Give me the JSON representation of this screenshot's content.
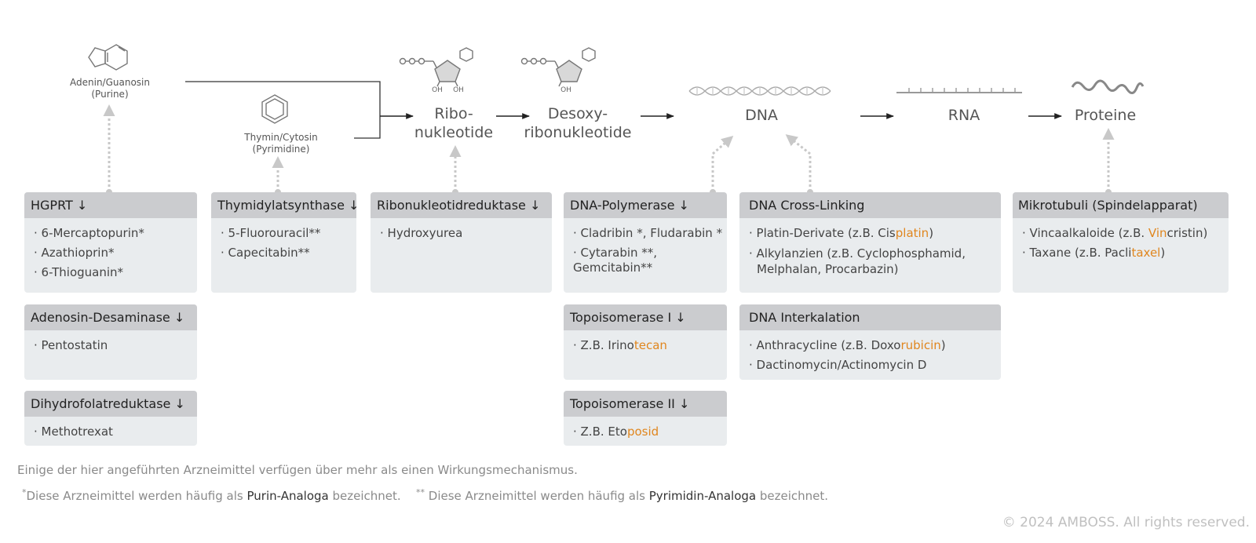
{
  "pathway": {
    "purine": {
      "name": "Adenin/Guanosin",
      "sub": "(Purine)"
    },
    "pyrimidine": {
      "name": "Thymin/Cytosin",
      "sub": "(Pyrimidine)"
    },
    "ribo": {
      "line1": "Ribo-",
      "line2": "nukleotide",
      "oh1": "OH",
      "oh2": "OH"
    },
    "desoxy": {
      "line1": "Desoxy-",
      "line2": "ribonukleotide",
      "oh": "OH"
    },
    "dna": "DNA",
    "rna": "RNA",
    "proteine": "Proteine"
  },
  "boxes": {
    "hgprt": {
      "title": "HGPRT ↓",
      "items": [
        "· 6-Mercaptopurin*",
        "· Azathioprin*",
        "· 6-Thioguanin*"
      ]
    },
    "ada": {
      "title": "Adenosin-Desaminase ↓",
      "items": [
        "·  Pentostatin"
      ]
    },
    "dhfr": {
      "title": "Dihydrofolatreduktase ↓",
      "items": [
        "· Methotrexat"
      ]
    },
    "ts": {
      "title": "Thymidylatsynthase ↓",
      "items": [
        "· 5-Fluorouracil**",
        "· Capecitabin**"
      ]
    },
    "rnr": {
      "title": "Ribonukleotidreduktase ↓",
      "items": [
        "·  Hydroxyurea"
      ]
    },
    "dnapol": {
      "title": "DNA-Polymerase ↓",
      "items": [
        "· Cladribin *, Fludarabin *",
        "· Cytarabin **, Gemcitabin**"
      ]
    },
    "topo1": {
      "title": "Topoisomerase I ↓",
      "item_pre": "· Z.B. Irino",
      "item_hl": "tecan"
    },
    "topo2": {
      "title": "Topoisomerase II ↓",
      "item_pre": "· Z.B. Eto",
      "item_hl": "posid"
    },
    "crosslink": {
      "title": "DNA Cross-Linking",
      "item1_pre": "· Platin-Derivate (z.B. Cis",
      "item1_hl": "platin",
      "item1_post": ")",
      "item2_line1": "· Alkylanzien (z.B. Cyclophosphamid,",
      "item2_line2": "Melphalan, Procarbazin)"
    },
    "interkalation": {
      "title": "DNA Interkalation",
      "item1_pre": "· Anthracycline (z.B. Doxo",
      "item1_hl": "rubicin",
      "item1_post": ")",
      "item2": "· Dactinomycin/Actinomycin D"
    },
    "mikrotubuli": {
      "title": "Mikrotubuli (Spindelapparat)",
      "item1_pre": "· Vincaalkaloide (z.B. ",
      "item1_hl": "Vin",
      "item1_post": "cristin)",
      "item2_pre": "· Taxane (z.B. Pacli",
      "item2_hl": "taxel",
      "item2_post": ")"
    }
  },
  "footnotes": {
    "line1": "Einige der hier angeführten Arzneimittel verfügen über mehr als einen Wirkungsmechanismus.",
    "note1_mark": "*",
    "note1_pre": "Diese Arzneimittel werden häufig als ",
    "note1_bold": "Purin-Analoga",
    "note1_post": " bezeichnet.",
    "note2_mark": "**",
    "note2_pre": " Diese Arzneimittel werden häufig als ",
    "note2_bold": "Pyrimidin-Analoga",
    "note2_post": " bezeichnet."
  },
  "copyright": "© 2024 AMBOSS. All rights reserved.",
  "colors": {
    "accent": "#e0861e",
    "box_header": "#cbcccf",
    "box_body": "#e9ecee",
    "arrow": "#222222",
    "dashed_arrow": "#c8c8c8"
  }
}
